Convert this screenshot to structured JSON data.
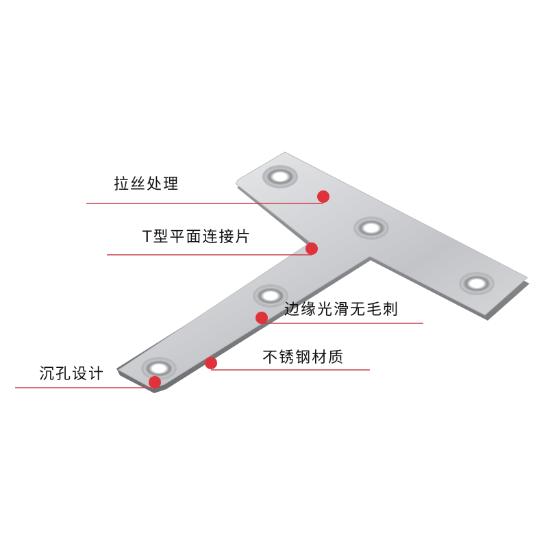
{
  "callouts": {
    "brushed": "拉丝处理",
    "t_shape": "T型平面连接片",
    "smooth_edge": "边缘光滑无毛刺",
    "stainless": "不锈钢材质",
    "countersunk": "沉孔设计"
  },
  "colors": {
    "dot": "#e0323b",
    "line": "#c9414a",
    "metal_light": "#e8e8ea",
    "metal_dark": "#a9aaad",
    "edge": "#8f9094"
  }
}
